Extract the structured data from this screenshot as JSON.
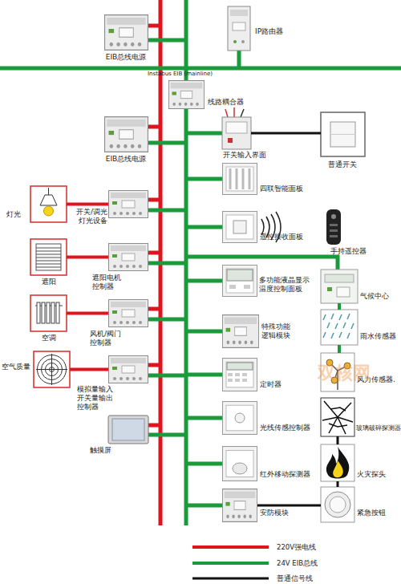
{
  "diagram": {
    "nodes": [
      {
        "text": [
          "EIB总线电源"
        ]
      },
      {
        "text": [
          "IP路由器"
        ]
      },
      {
        "text": [
          "线路耦合器"
        ]
      },
      {
        "text": [
          "EIB总线电源"
        ]
      },
      {
        "text": [
          "开关输入界面"
        ]
      },
      {
        "text": [
          "普通开关"
        ]
      },
      {
        "text": [
          "四联智能面板"
        ]
      },
      {
        "text": [
          "灯光"
        ]
      },
      {
        "text": [
          "开关/调光灯光设备"
        ]
      },
      {
        "text": [
          "遥控接收面板"
        ]
      },
      {
        "text": [
          "手持遥控器"
        ]
      },
      {
        "text": [
          "遮阳"
        ]
      },
      {
        "text": [
          "遮阳电机控制器"
        ]
      },
      {
        "text": [
          "多功能液晶显示温度控制面板"
        ]
      },
      {
        "text": [
          "气候中心"
        ]
      },
      {
        "text": [
          "空调"
        ]
      },
      {
        "text": [
          "风机/阀门控制器"
        ]
      },
      {
        "text": [
          "特殊功能逻辑模块"
        ]
      },
      {
        "text": [
          "雨水传感器"
        ]
      },
      {
        "text": [
          "空气质量"
        ]
      },
      {
        "text": [
          "模拟量输入开关量输出控制器"
        ]
      },
      {
        "text": [
          "触摸屏"
        ]
      },
      {
        "text": [
          "定时器"
        ]
      },
      {
        "text": [
          "风力传感器."
        ]
      },
      {
        "text": [
          "光线传感控制器"
        ]
      },
      {
        "text": [
          "玻璃破碎探测器"
        ]
      },
      {
        "text": [
          "红外移动探测器"
        ]
      },
      {
        "text": [
          "火灾探头"
        ]
      },
      {
        "text": [
          "安防模块"
        ]
      },
      {
        "text": [
          "紧急按钮"
        ]
      }
    ],
    "edges": [
      {
        "from": 7,
        "to": 8,
        "arrow": "none"
      },
      {
        "from": 11,
        "to": 12,
        "arrow": "none"
      },
      {
        "from": 15,
        "to": 16,
        "arrow": "none"
      },
      {
        "from": 19,
        "to": 20,
        "arrow": "none"
      },
      {
        "from": 4,
        "to": 5,
        "arrow": "none"
      },
      {
        "from": 14,
        "to": 18,
        "arrow": "none"
      },
      {
        "from": 18,
        "to": 23,
        "arrow": "none"
      },
      {
        "from": 25,
        "to": 27,
        "arrow": "none"
      },
      {
        "from": 27,
        "to": 29,
        "arrow": "none"
      },
      {
        "from": 28,
        "to": 29,
        "arrow": "none"
      }
    ],
    "labels": [
      "Instabus EIB (mainline)",
      "双核网"
    ],
    "legend": [
      {
        "text": "220V强电线"
      },
      {
        "text": "24V EIB总线"
      },
      {
        "text": "普通信号线"
      }
    ]
  }
}
